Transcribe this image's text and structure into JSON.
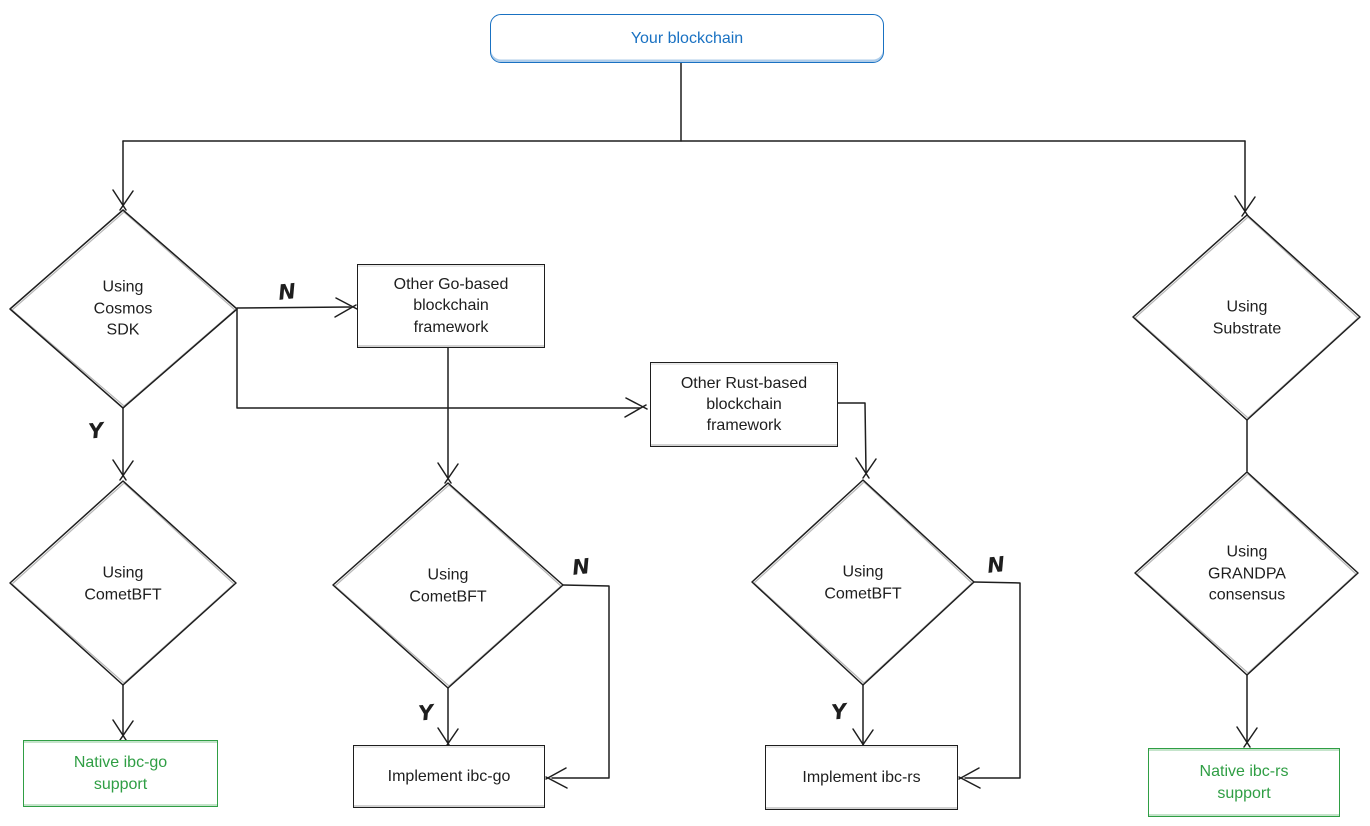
{
  "colors": {
    "stroke": "#1e1e1e",
    "accent_blue": "#1971c2",
    "accent_green": "#2f9e44",
    "background": "#ffffff"
  },
  "nodes": {
    "your_blockchain": {
      "label": "Your blockchain",
      "shape": "rounded-rectangle",
      "color": "blue"
    },
    "using_cosmos_sdk": {
      "label": "Using\nCosmos\nSDK",
      "shape": "diamond"
    },
    "other_go_framework": {
      "label": "Other Go-based\nblockchain\nframework",
      "shape": "rectangle"
    },
    "other_rust_framework": {
      "label": "Other Rust-based\nblockchain\nframework",
      "shape": "rectangle"
    },
    "using_cometbft_left": {
      "label": "Using\nCometBFT",
      "shape": "diamond"
    },
    "using_cometbft_mid": {
      "label": "Using\nCometBFT",
      "shape": "diamond"
    },
    "using_cometbft_right": {
      "label": "Using\nCometBFT",
      "shape": "diamond"
    },
    "using_substrate": {
      "label": "Using\nSubstrate",
      "shape": "diamond"
    },
    "using_grandpa": {
      "label": "Using\nGRANDPA\nconsensus",
      "shape": "diamond"
    },
    "native_ibc_go": {
      "label": "Native ibc-go\nsupport",
      "shape": "rectangle",
      "color": "green"
    },
    "implement_ibc_go": {
      "label": "Implement ibc-go",
      "shape": "rectangle"
    },
    "implement_ibc_rs": {
      "label": "Implement ibc-rs",
      "shape": "rectangle"
    },
    "native_ibc_rs": {
      "label": "Native ibc-rs\nsupport",
      "shape": "rectangle",
      "color": "green"
    }
  },
  "edge_labels": {
    "yes": "Y",
    "no": "N"
  }
}
